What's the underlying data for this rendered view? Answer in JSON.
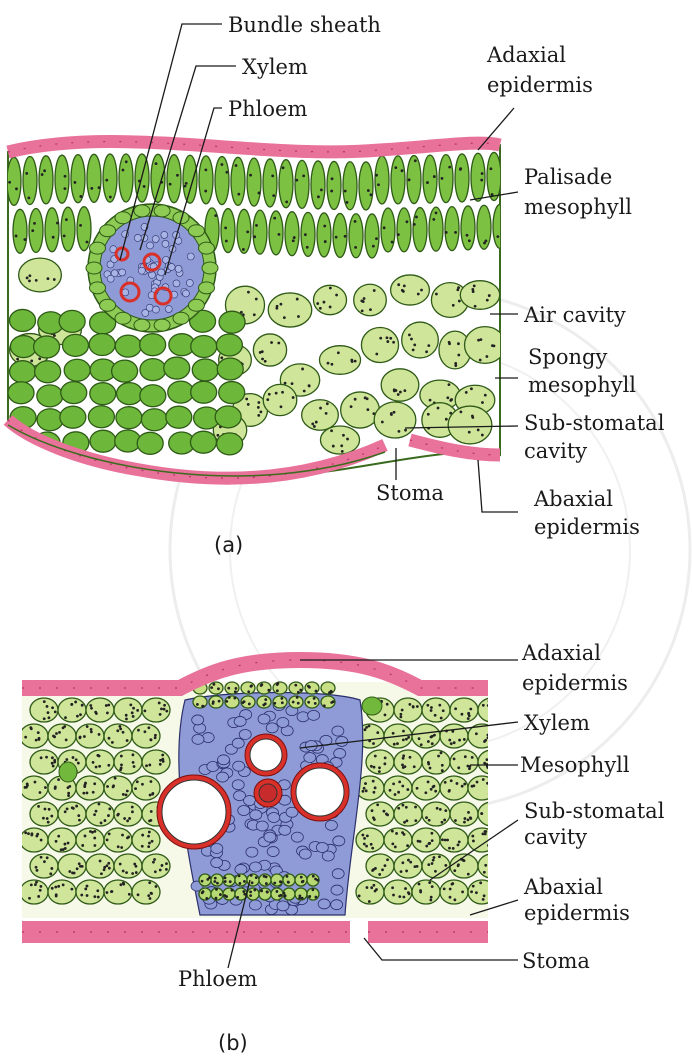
{
  "diagram_a": {
    "caption": "(a)",
    "labels": {
      "bundle_sheath": "Bundle sheath",
      "xylem": "Xylem",
      "phloem": "Phloem",
      "adaxial_1": "Adaxial",
      "adaxial_2": "epidermis",
      "palisade_1": "Palisade",
      "palisade_2": "mesophyll",
      "air_cavity": "Air cavity",
      "spongy_1": "Spongy",
      "spongy_2": "mesophyll",
      "substomatal_1": "Sub-stomatal",
      "substomatal_2": "cavity",
      "stoma": "Stoma",
      "abaxial_1": "Abaxial",
      "abaxial_2": "epidermis"
    }
  },
  "diagram_b": {
    "caption": "(b)",
    "labels": {
      "adaxial_1": "Adaxial",
      "adaxial_2": "epidermis",
      "xylem": "Xylem",
      "mesophyll": "Mesophyll",
      "substomatal_1": "Sub-stomatal",
      "substomatal_2": "cavity",
      "abaxial_1": "Abaxial",
      "abaxial_2": "epidermis",
      "stoma": "Stoma",
      "phloem": "Phloem"
    }
  },
  "colors": {
    "epidermis": "#e9729a",
    "palisade": "#7cc142",
    "spongy": "#cfe59a",
    "vascular": "#8e9bd6",
    "xylem_ring": "#d9302a",
    "bundle_sheath": "#8ecb55"
  }
}
